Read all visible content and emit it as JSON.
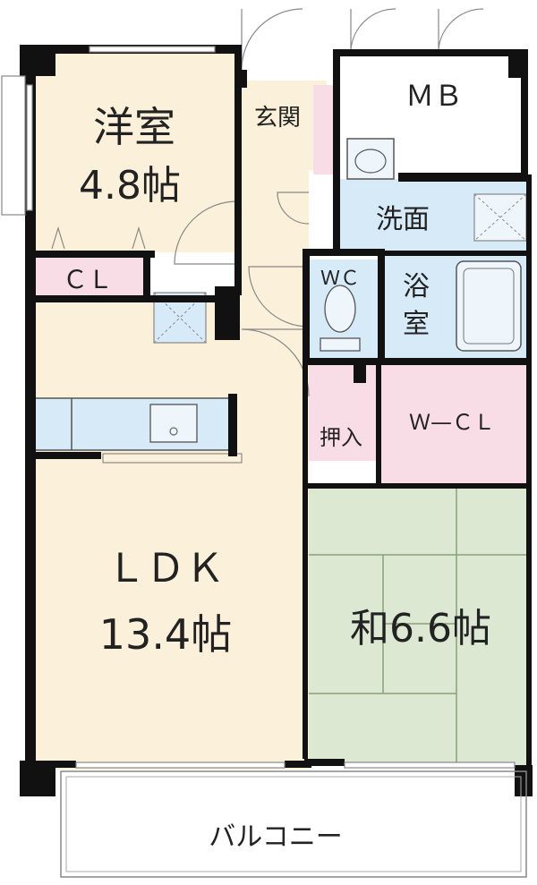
{
  "rooms": {
    "western": {
      "name": "洋室",
      "size": "4.8帖"
    },
    "closet": "ＣＬ",
    "entrance": "玄関",
    "mb": "ＭＢ",
    "washroom": "洗面",
    "wc": "ＷＣ",
    "bath": {
      "line1": "浴",
      "line2": "室"
    },
    "storage": "押入",
    "walkin_closet": "Ｗ—ＣＬ",
    "ldk": {
      "name": "ＬＤＫ",
      "size": "13.4帖"
    },
    "japanese": {
      "name": "和6.6帖"
    },
    "balcony": "バルコニー"
  },
  "colors": {
    "floor_wood": "#fbf1da",
    "floor_tatami": "#dde8d3",
    "floor_wet": "#d6eaf7",
    "floor_storage": "#f9dde6",
    "wall": "#111111"
  }
}
